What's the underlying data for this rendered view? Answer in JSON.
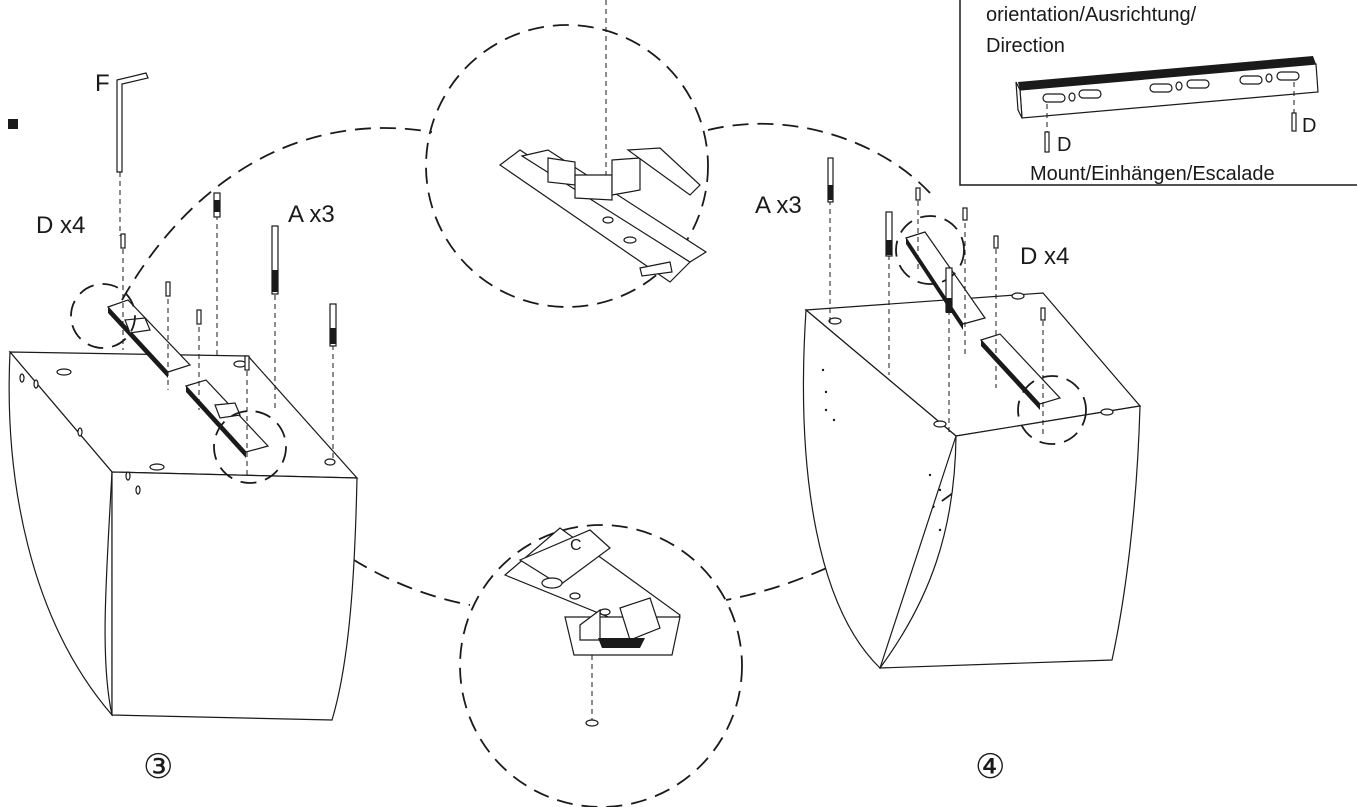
{
  "labels": {
    "tool_f": "F",
    "left_screws": "D x4",
    "left_anchors": "A x3",
    "right_anchors": "A x3",
    "right_screws": "D x4"
  },
  "steps": {
    "left": "③",
    "right": "④"
  },
  "inset": {
    "orientation": "orientation/Ausrichtung/",
    "direction": "Direction",
    "screw_left": "D",
    "screw_right": "D",
    "mount": "Mount/Einhängen/Escalade"
  },
  "bullet_icon": "square-bullet-icon",
  "colors": {
    "ink": "#1a1a1a",
    "paper": "#ffffff"
  }
}
